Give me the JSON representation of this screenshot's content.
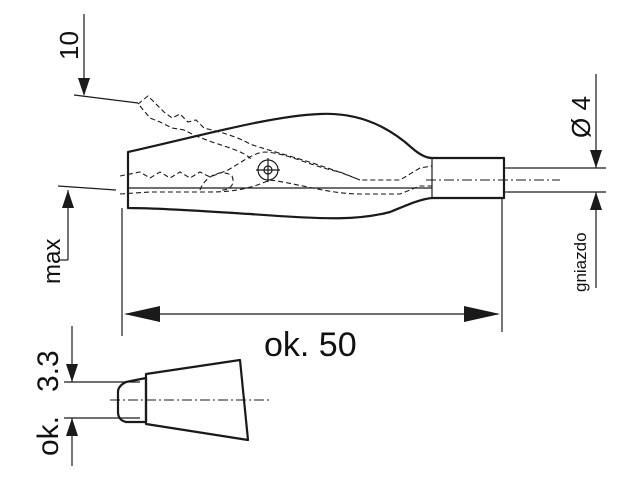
{
  "labels": {
    "jaw_opening": "10",
    "max": "max",
    "diameter": "Ø 4",
    "socket": "gniazdo",
    "length": "ok. 50",
    "tip_prefix": "ok.",
    "tip_size": "3.3"
  },
  "colors": {
    "body_fill": "#e6e6e6",
    "tip_fill": "#b8b8b8",
    "line": "#1a1a1a"
  }
}
